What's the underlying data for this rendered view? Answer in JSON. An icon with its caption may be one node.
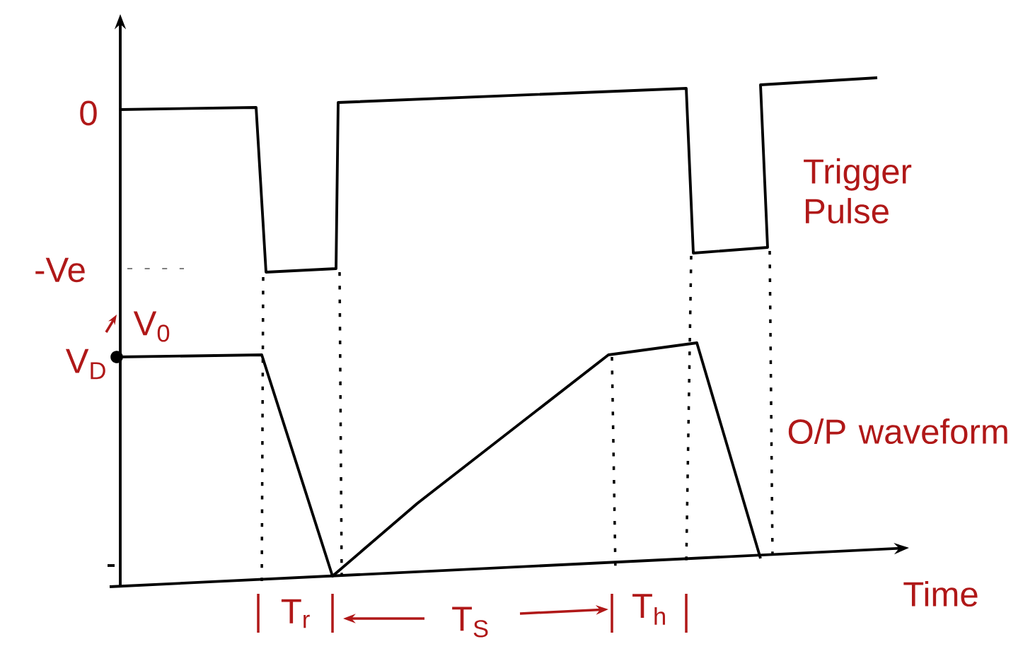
{
  "diagram": {
    "labels": [
      "0",
      "Trigger Pulse",
      "-Ve",
      "V$_{0}$",
      "V$_{D}$",
      "O/P waveform",
      "Time",
      "T$_{r}$",
      "T$_{S}$",
      "T$_{h}$"
    ]
  }
}
